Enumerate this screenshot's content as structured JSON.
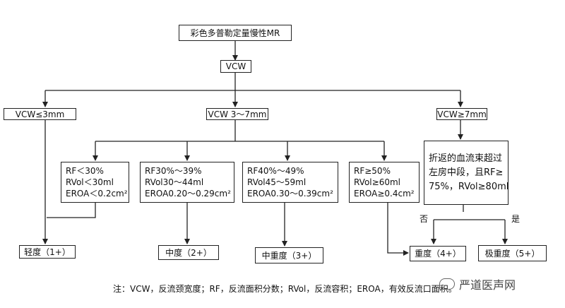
{
  "root": "彩色多普勒定量慢性MR",
  "vcw": "VCW",
  "branches": {
    "mild": "VCW≤3mm",
    "mid": "VCW 3～7mm",
    "severe": "VCW≥7mm"
  },
  "criteria": {
    "c1": [
      "RF＜30%",
      "RVol＜30ml",
      "EROA＜0.2cm²"
    ],
    "c2": [
      "RF30%～39%",
      "RVol30～44ml",
      "EROA0.20～0.29cm²"
    ],
    "c3": [
      "RF40%～49%",
      "RVol45～59ml",
      "EROA0.30～0.39cm²"
    ],
    "c4": [
      "RF≥50%",
      "RVol≥60ml",
      "EROA≥0.4cm²"
    ],
    "c5": [
      "折返的血流束超过",
      "左房中段，且RF≥",
      "75%，RVol≥80ml"
    ]
  },
  "no_label": "否",
  "yes_label": "是",
  "grades": {
    "g1": "轻度（1+）",
    "g2": "中度（2+）",
    "g3": "中重度（3+）",
    "g4": "重度（4+）",
    "g5": "极重度（5+）"
  },
  "footnote": "注：VCW，反流颈宽度；RF，反流面积分数；RVol，反流容积；EROA，有效反流口面积。",
  "watermark": "严道医声网"
}
